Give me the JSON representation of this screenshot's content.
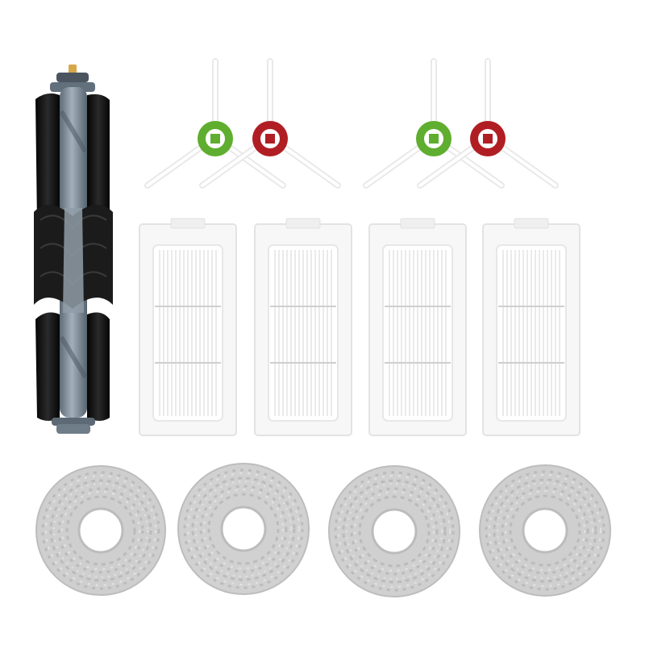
{
  "scene": {
    "background_color": "#ffffff",
    "kit_parts": [
      {
        "name": "main-brush-roller",
        "count": 1,
        "bristle_color": "#151515",
        "core_color": "#7f8d99",
        "end_cap_color": "#d6a84a"
      },
      {
        "name": "side-brush",
        "count": 4,
        "hub_colors": [
          "#5fae2f",
          "#b01e23",
          "#5fae2f",
          "#b01e23"
        ],
        "arm_color": "#f4f4f4"
      },
      {
        "name": "hepa-filter",
        "count": 4,
        "frame_color": "#f7f7f7",
        "pleat_color": "#dcdcdc"
      },
      {
        "name": "mop-pad",
        "count": 4,
        "fabric_color": "#cfcfcf",
        "center_hole_color": "#ffffff"
      }
    ]
  }
}
